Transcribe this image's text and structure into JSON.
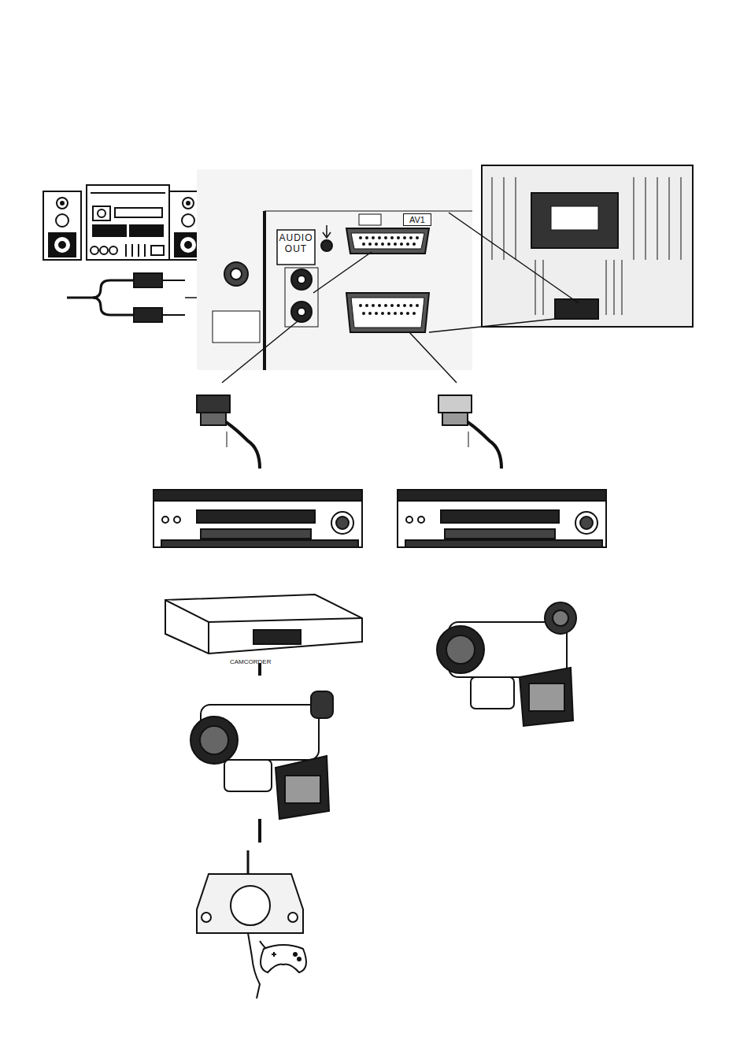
{
  "diagram": {
    "labels": [
      "AUDIO OUT",
      "AV1",
      "CAMCORDER"
    ]
  }
}
